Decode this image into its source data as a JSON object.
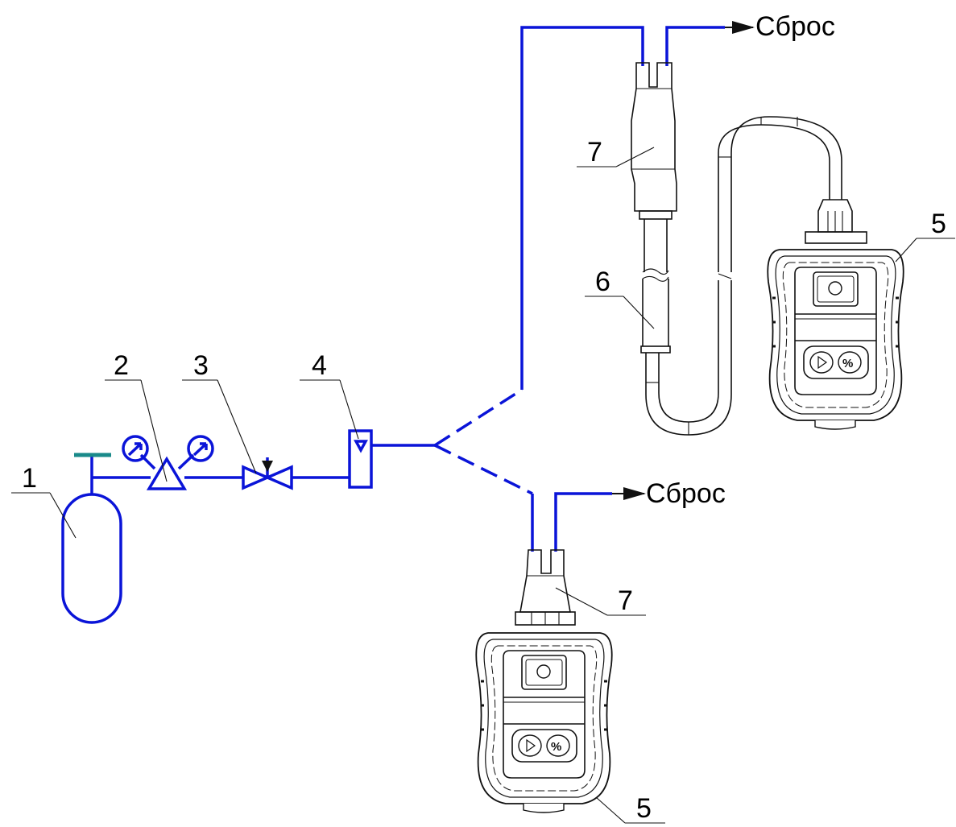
{
  "labels": {
    "n1": "1",
    "n2": "2",
    "n3": "3",
    "n4": "4",
    "n5_top": "5",
    "n5_bottom": "5",
    "n6": "6",
    "n7_top": "7",
    "n7_bottom": "7"
  },
  "outlets": {
    "top": "Сброс",
    "bottom": "Сброс"
  },
  "colors": {
    "gas_line": "#0a14d8",
    "valve_handle": "#1a8a8a",
    "outline": "#111111"
  }
}
